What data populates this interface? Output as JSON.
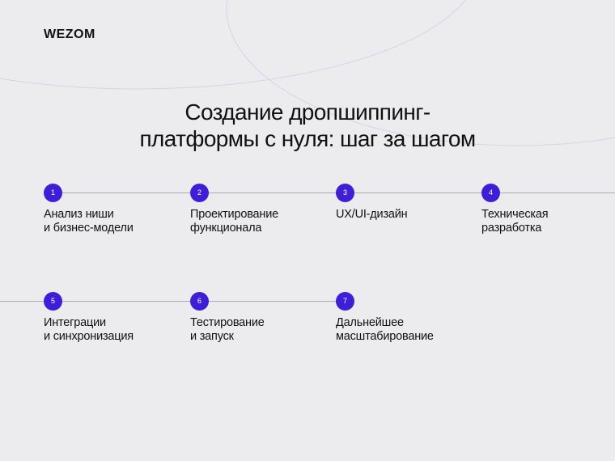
{
  "brand": {
    "logo_text": "WEZOM"
  },
  "title": {
    "line1": "Создание дропшиппинг-",
    "line2": "платформы с нуля: шаг за шагом"
  },
  "colors": {
    "accent": "#3f1fd6",
    "background": "#ececee",
    "text": "#111111",
    "line": "#a9a9b0"
  },
  "steps": [
    {
      "number": "1",
      "line1": "Анализ ниши",
      "line2": "и бизнес-модели"
    },
    {
      "number": "2",
      "line1": "Проектирование",
      "line2": "функционала"
    },
    {
      "number": "3",
      "line1": "UX/UI-дизайн",
      "line2": ""
    },
    {
      "number": "4",
      "line1": "Техническая",
      "line2": "разработка"
    },
    {
      "number": "5",
      "line1": "Интеграции",
      "line2": "и синхронизация"
    },
    {
      "number": "6",
      "line1": "Тестирование",
      "line2": "и запуск"
    },
    {
      "number": "7",
      "line1": "Дальнейшее",
      "line2": "масштабирование"
    }
  ]
}
